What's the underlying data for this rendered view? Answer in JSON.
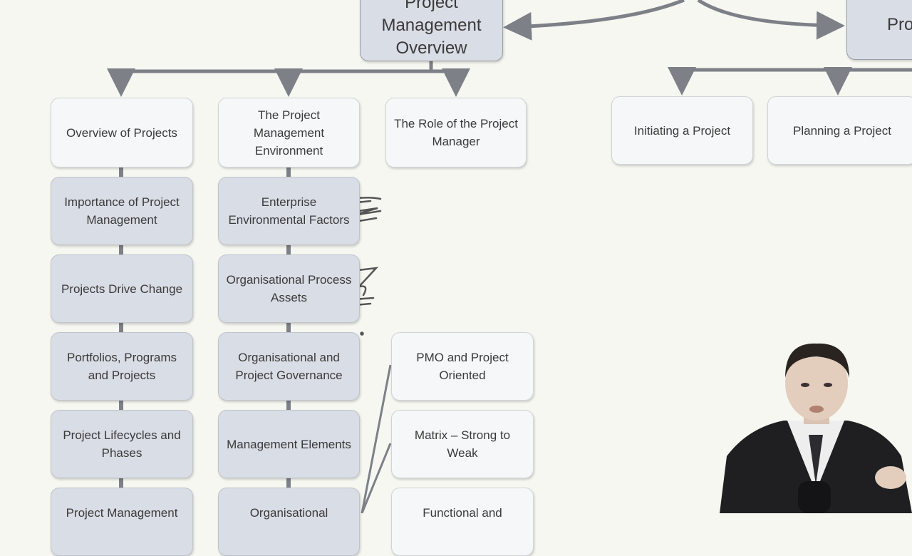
{
  "diagram": {
    "root": {
      "label": "Project Management Overview"
    },
    "sibling_root_partial": {
      "label": "Pro"
    },
    "col1": [
      "Overview of Projects",
      "Importance of Project Management",
      "Projects Drive Change",
      "Portfolios, Programs and Projects",
      "Project Lifecycles and Phases",
      "Project Management"
    ],
    "col2": [
      "The Project Management Environment",
      "Enterprise Environmental Factors",
      "Organisational Process Assets",
      "Organisational and Project Governance",
      "Management Elements",
      "Organisational"
    ],
    "col3": [
      "The Role of the Project Manager"
    ],
    "col4": [
      "PMO and Project Oriented",
      "Matrix – Strong to Weak",
      "Functional and"
    ],
    "right_children": [
      "Initiating a Project",
      "Planning a Project"
    ]
  },
  "colors": {
    "connector": "#7d8087",
    "light_node": "#f6f7f8",
    "dark_node": "#d9dde5"
  }
}
